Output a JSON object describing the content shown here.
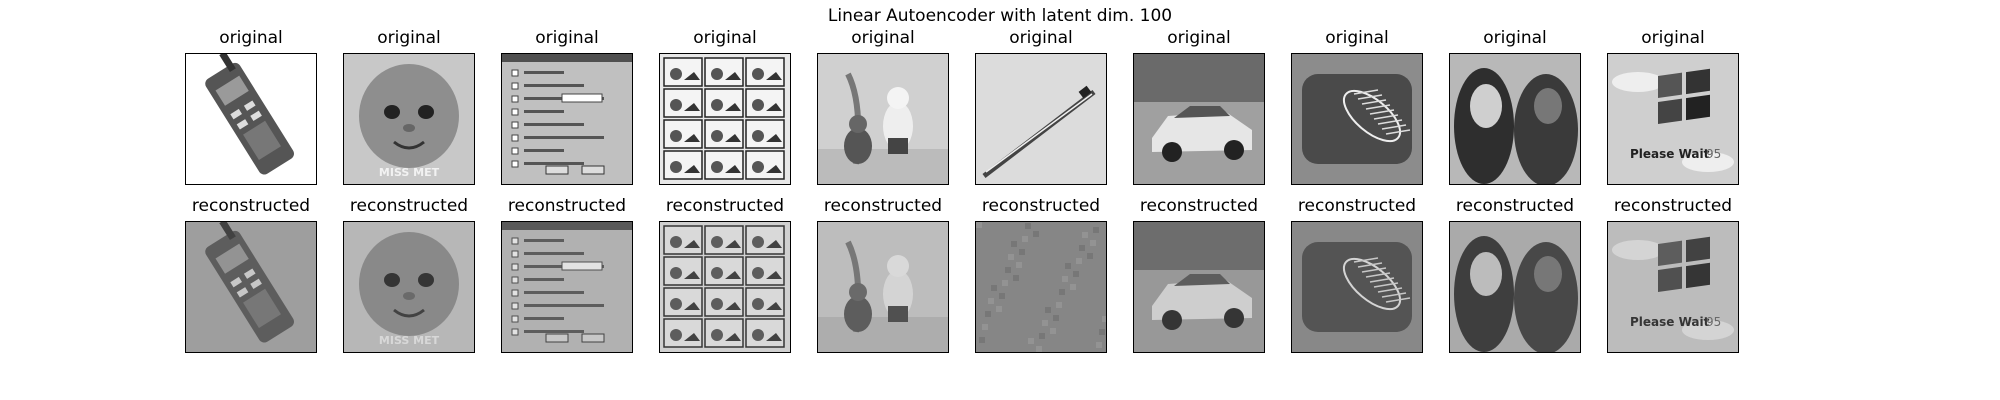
{
  "figure": {
    "title": "Linear Autoencoder with latent dim. 100"
  },
  "rows": [
    {
      "key": "original",
      "label": "original"
    },
    {
      "key": "reconstructed",
      "label": "reconstructed"
    }
  ],
  "columns": [
    {
      "subject": "mobile-phone"
    },
    {
      "subject": "baby-face",
      "caption": "MISS MET"
    },
    {
      "subject": "software-dialog"
    },
    {
      "subject": "comic-strip"
    },
    {
      "subject": "kittens-fighting"
    },
    {
      "subject": "pen-on-paper"
    },
    {
      "subject": "sports-car"
    },
    {
      "subject": "fish-skeleton"
    },
    {
      "subject": "woman-and-dog"
    },
    {
      "subject": "windows-95-logo",
      "caption": "Please Wait",
      "caption_suffix": "95"
    }
  ],
  "colors": {
    "background": "#ffffff",
    "frame": "#000000"
  }
}
